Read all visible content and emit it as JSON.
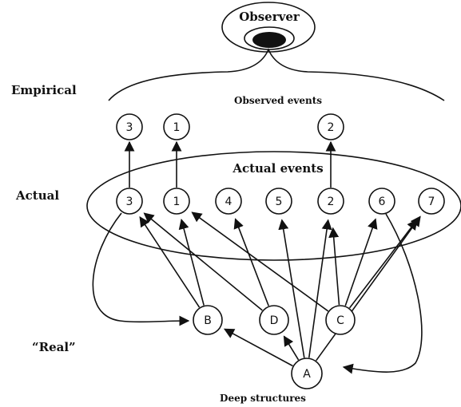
{
  "levels": {
    "empirical": "Empirical",
    "actual": "Actual",
    "real": "“Real”"
  },
  "observer": {
    "label": "Observer"
  },
  "captions": {
    "observed_events": "Observed events",
    "actual_events": "Actual events",
    "deep_structures": "Deep structures"
  },
  "observed_nodes": [
    "3",
    "1",
    "2"
  ],
  "actual_nodes": [
    "3",
    "1",
    "4",
    "5",
    "2",
    "6",
    "7"
  ],
  "real_nodes": [
    "B",
    "D",
    "C",
    "A"
  ]
}
